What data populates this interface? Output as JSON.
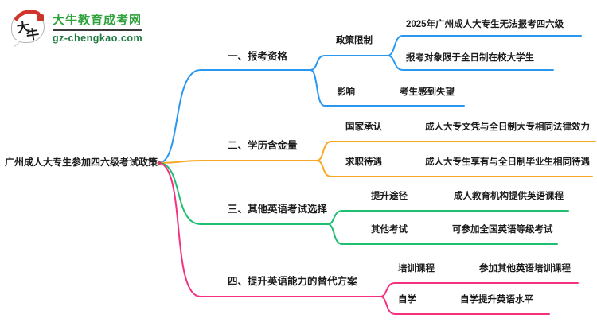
{
  "logo": {
    "icon_char1": "大",
    "icon_char2": "牛",
    "title": "大牛教育成考网",
    "domain": "gz-chengkao.com"
  },
  "colors": {
    "branch1": "#2b98f0",
    "branch2": "#f9a825",
    "branch3": "#1fbf71",
    "branch4": "#f5317f",
    "root_dot": "#c94057"
  },
  "mindmap": {
    "root": "广州成人大专生参加四六级考试政策",
    "branches": [
      {
        "label": "一、报考资格",
        "children": [
          {
            "label": "政策限制",
            "leaves": [
              "2025年广州成人大专生无法报考四六级",
              "报考对象限于全日制在校大学生"
            ]
          },
          {
            "label": "影响",
            "leaves": [
              "考生感到失望"
            ]
          }
        ]
      },
      {
        "label": "二、学历含金量",
        "children": [
          {
            "label": "国家承认",
            "leaves": [
              "成人大专文凭与全日制大专相同法律效力"
            ]
          },
          {
            "label": "求职待遇",
            "leaves": [
              "成人大专生享有与全日制毕业生相同待遇"
            ]
          }
        ]
      },
      {
        "label": "三、其他英语考试选择",
        "children": [
          {
            "label": "提升途径",
            "leaves": [
              "成人教育机构提供英语课程"
            ]
          },
          {
            "label": "其他考试",
            "leaves": [
              "可参加全国英语等级考试"
            ]
          }
        ]
      },
      {
        "label": "四、提升英语能力的替代方案",
        "children": [
          {
            "label": "培训课程",
            "leaves": [
              "参加其他英语培训课程"
            ]
          },
          {
            "label": "自学",
            "leaves": [
              "自学提升英语水平"
            ]
          }
        ]
      }
    ]
  }
}
